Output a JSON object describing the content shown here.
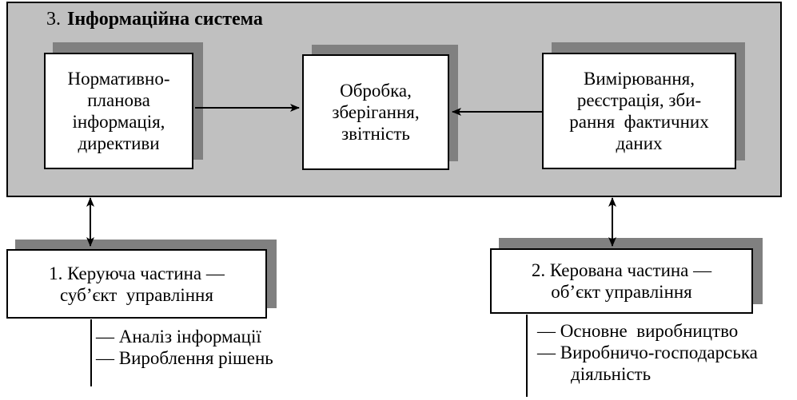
{
  "system": {
    "number": "3.",
    "title": "Інформаційна система"
  },
  "boxes": {
    "normative": [
      "Нормативно-",
      "планова",
      "інформація,",
      "директиви"
    ],
    "processing": [
      "Обробка,",
      "зберігання,",
      "звітність"
    ],
    "measurement": [
      "Вимірювання,",
      "реєстрація, зби-",
      "рання  фактичних",
      "даних"
    ],
    "controlling": [
      "1. Керуюча частина —",
      "суб’єкт  управління"
    ],
    "controlled": [
      "2. Керована частина —",
      "об’єкт управління"
    ]
  },
  "controlling_items": [
    "— Аналіз інформації",
    "— Вироблення рішень"
  ],
  "controlled_items": [
    "— Основне  виробництво",
    "— Виробничо-господарська",
    "діяльність"
  ],
  "colors": {
    "panel": "#c0c0c0",
    "shadow": "#808080",
    "box": "#ffffff",
    "line": "#000000"
  }
}
